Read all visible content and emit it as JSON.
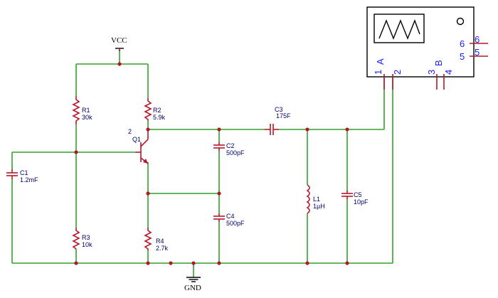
{
  "power": {
    "vcc": "VCC",
    "gnd": "GND"
  },
  "components": {
    "r1": {
      "ref": "R1",
      "value": "30k"
    },
    "r2": {
      "ref": "R2",
      "value": "5.9k"
    },
    "r3": {
      "ref": "R3",
      "value": "10k"
    },
    "r4": {
      "ref": "R4",
      "value": "2.7k"
    },
    "c1": {
      "ref": "C1",
      "value": "1.2mF"
    },
    "c2": {
      "ref": "C2",
      "value": "500pF"
    },
    "c3": {
      "ref": "C3",
      "value": "175F"
    },
    "c4": {
      "ref": "C4",
      "value": "500pF"
    },
    "c5": {
      "ref": "C5",
      "value": "10pF"
    },
    "l1": {
      "ref": "L1",
      "value": "1µH"
    },
    "q1": {
      "ref": "Q1",
      "pin": "2"
    }
  },
  "oscilloscope": {
    "channel_a": "A",
    "channel_b": "B",
    "pins": [
      "1",
      "2",
      "3",
      "4",
      "5",
      "6"
    ],
    "pin_labels_right": [
      "6",
      "5"
    ]
  },
  "colors": {
    "wire": "#33a02c",
    "component": "#b2182b",
    "label": "#000066",
    "pin": "#1a1aff"
  }
}
